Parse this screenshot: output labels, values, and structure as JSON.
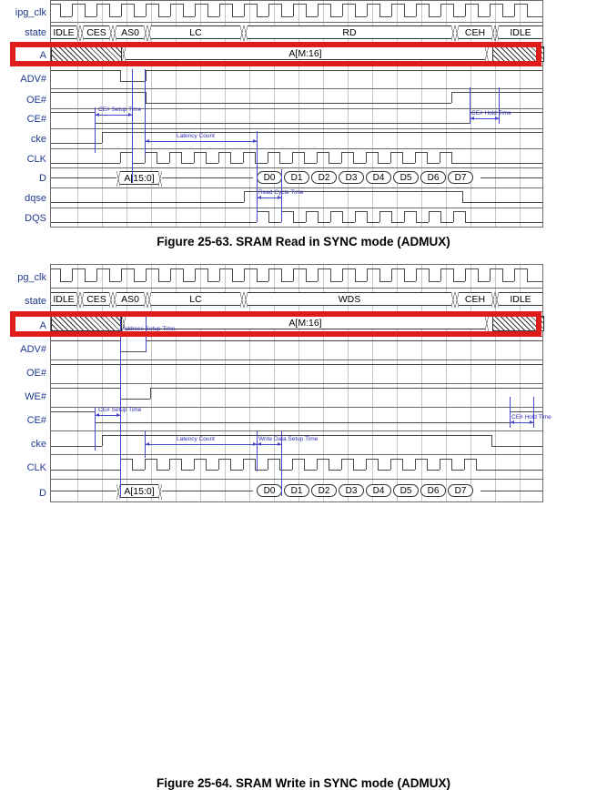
{
  "page": {
    "background": "#ffffff",
    "signal_label_color": "#1f3a8f",
    "annotation_color": "#3030b4",
    "highlight_color": "#e01b1b",
    "waveform_color": "#4a4a4a"
  },
  "figures": [
    {
      "id": "read",
      "caption": "Figure 25-63. SRAM Read in SYNC mode (ADMUX)",
      "signals": [
        {
          "name": "ipg_clk",
          "type": "clock"
        },
        {
          "name": "state",
          "type": "state-bus"
        },
        {
          "name": "A",
          "type": "address-bus"
        },
        {
          "name": "ADV#",
          "type": "logic"
        },
        {
          "name": "OE#",
          "type": "logic"
        },
        {
          "name": "CE#",
          "type": "logic"
        },
        {
          "name": "cke",
          "type": "logic"
        },
        {
          "name": "CLK",
          "type": "clock"
        },
        {
          "name": "D",
          "type": "data-bus"
        },
        {
          "name": "dqse",
          "type": "logic"
        },
        {
          "name": "DQS",
          "type": "clock"
        }
      ],
      "states": [
        "IDLE",
        "CES",
        "AS0",
        "LC",
        "RD",
        "CEH",
        "IDLE"
      ],
      "address_value": "A[M:16]",
      "data_low_value": "A[15:0]",
      "data_values": [
        "D0",
        "D1",
        "D2",
        "D3",
        "D4",
        "D5",
        "D6",
        "D7"
      ],
      "annotations": [
        "CE# Setup Time",
        "Latency Count",
        "Read Cycle Time",
        "CE# Hold Time"
      ],
      "highlight": {
        "signal": "A",
        "label": "address-highlight"
      }
    },
    {
      "id": "write",
      "caption": "Figure 25-64. SRAM Write in SYNC mode (ADMUX)",
      "signals": [
        {
          "name": "pg_clk",
          "type": "clock"
        },
        {
          "name": "state",
          "type": "state-bus"
        },
        {
          "name": "A",
          "type": "address-bus"
        },
        {
          "name": "ADV#",
          "type": "logic"
        },
        {
          "name": "OE#",
          "type": "logic"
        },
        {
          "name": "WE#",
          "type": "logic"
        },
        {
          "name": "CE#",
          "type": "logic"
        },
        {
          "name": "cke",
          "type": "logic"
        },
        {
          "name": "CLK",
          "type": "clock"
        },
        {
          "name": "D",
          "type": "data-bus"
        }
      ],
      "states": [
        "IDLE",
        "CES",
        "AS0",
        "LC",
        "WDS",
        "CEH",
        "IDLE"
      ],
      "address_value": "A[M:16]",
      "data_low_value": "A[15:0]",
      "data_values": [
        "D0",
        "D1",
        "D2",
        "D3",
        "D4",
        "D5",
        "D6",
        "D7"
      ],
      "annotations": [
        "Address Setup Time",
        "CE# Setup Time",
        "Latency Count",
        "Write Data Setup Time",
        "CE# Hold Time"
      ],
      "highlight": {
        "signal": "A",
        "label": "address-highlight"
      }
    }
  ]
}
